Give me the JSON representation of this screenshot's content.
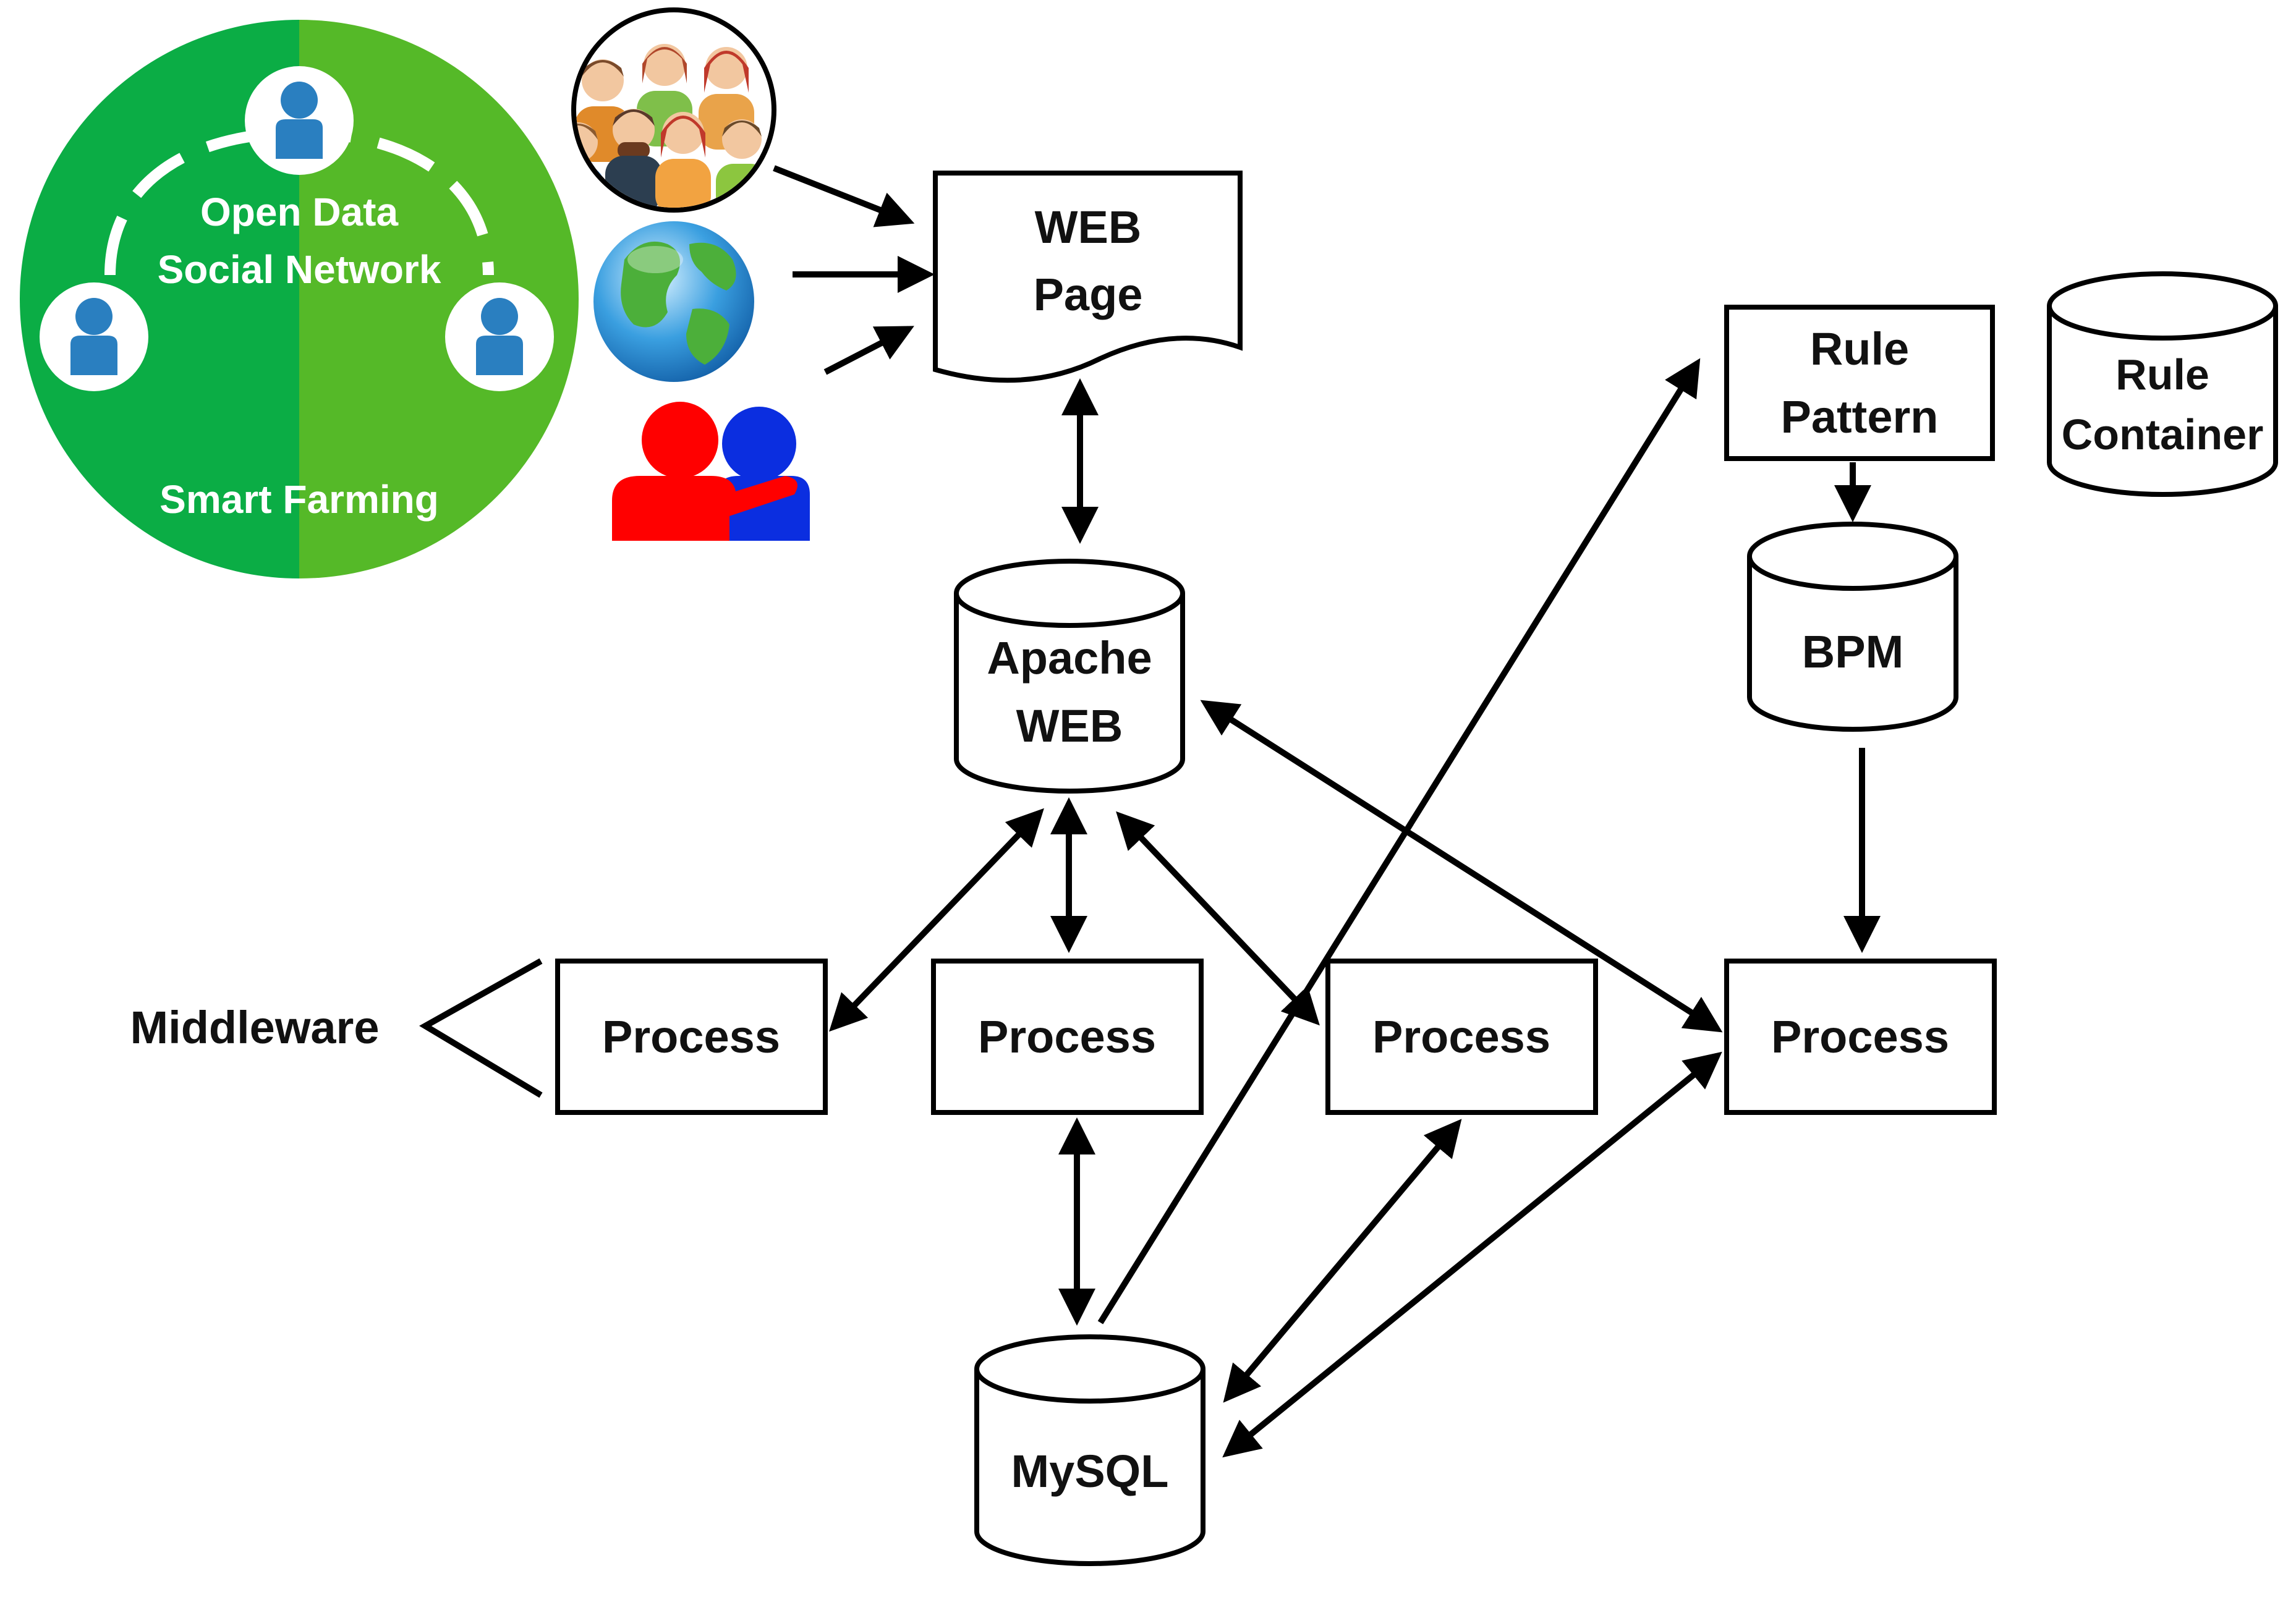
{
  "colors": {
    "green_dark": "#0bad45",
    "green_light": "#55b928",
    "person_blue": "#2a7fc0",
    "line": "#000000",
    "person_red": "#ff0000",
    "person_dark_blue": "#0b2ee0"
  },
  "icons": {
    "crowd": "crowd-of-people-icon",
    "globe": "earth-globe-icon",
    "pair": "two-people-hugging-icon",
    "user": "user-icon"
  },
  "circle": {
    "title_line1": "Open Data",
    "title_line2": "Social Network",
    "bottom_label": "Smart Farming"
  },
  "nodes": {
    "web_page": [
      "WEB",
      "Page"
    ],
    "apache": [
      "Apache",
      "WEB"
    ],
    "rule_pattern": [
      "Rule",
      "Pattern"
    ],
    "rule_container": [
      "Rule",
      "Container"
    ],
    "bpm": "BPM",
    "mysql": "MySQL",
    "process_label": "Process",
    "middleware": "Middleware"
  }
}
